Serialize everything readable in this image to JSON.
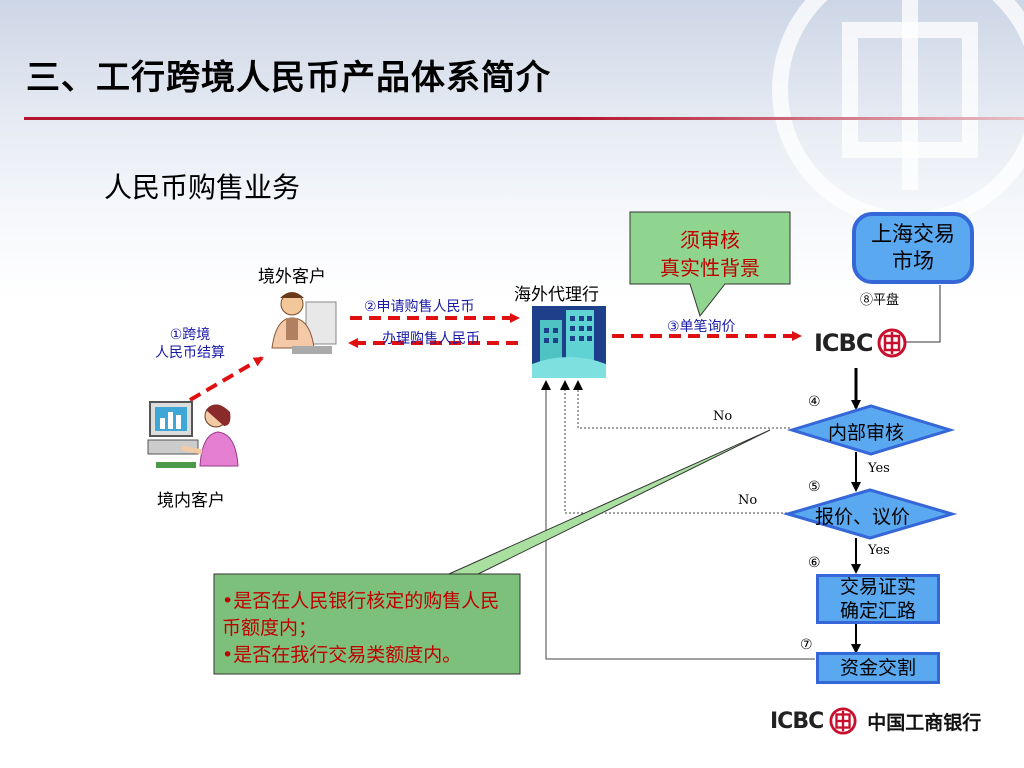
{
  "title": "三、工行跨境人民币产品体系简介",
  "subtitle": "人民币购售业务",
  "labels": {
    "overseas_customer": "境外客户",
    "domestic_customer": "境内客户",
    "overseas_agent_bank": "海外代理行",
    "step1": "①跨境\n人民币结算",
    "step2": "②申请购售人民币",
    "step2b": "办理购售人民币",
    "step3": "③单笔询价",
    "step4": "④",
    "step5": "⑤",
    "step6": "⑥",
    "step7": "⑦",
    "step8": "⑧平盘",
    "no1": "No",
    "no2": "No",
    "yes1": "Yes",
    "yes2": "Yes"
  },
  "callout_top": "须审核\n真实性背景",
  "callout_bottom": {
    "line1": "•是否在人民银行核定的购售人民币额度内；",
    "line2": "•是否在我行交易类额度内。"
  },
  "boxes": {
    "shanghai_market": "上海交易\n市场",
    "internal_review": "内部审核",
    "quote_negotiate": "报价、议价",
    "trade_confirm": "交易证实\n确定汇路",
    "fund_settlement": "资金交割"
  },
  "logos": {
    "icbc_mid": "ICBC",
    "icbc_bottom_en": "ICBC",
    "icbc_bottom_cn": "中国工商银行"
  },
  "colors": {
    "accent_red": "#b4142d",
    "arrow_red": "#e01010",
    "box_blue": "#5aa9f0",
    "box_border": "#3567d8",
    "callout_green": "#7fc97f",
    "label_blue": "#1a1aa8"
  },
  "icons": [
    "handshake-person-icon",
    "computer-user-icon",
    "office-building-icon",
    "icbc-logo-icon"
  ]
}
